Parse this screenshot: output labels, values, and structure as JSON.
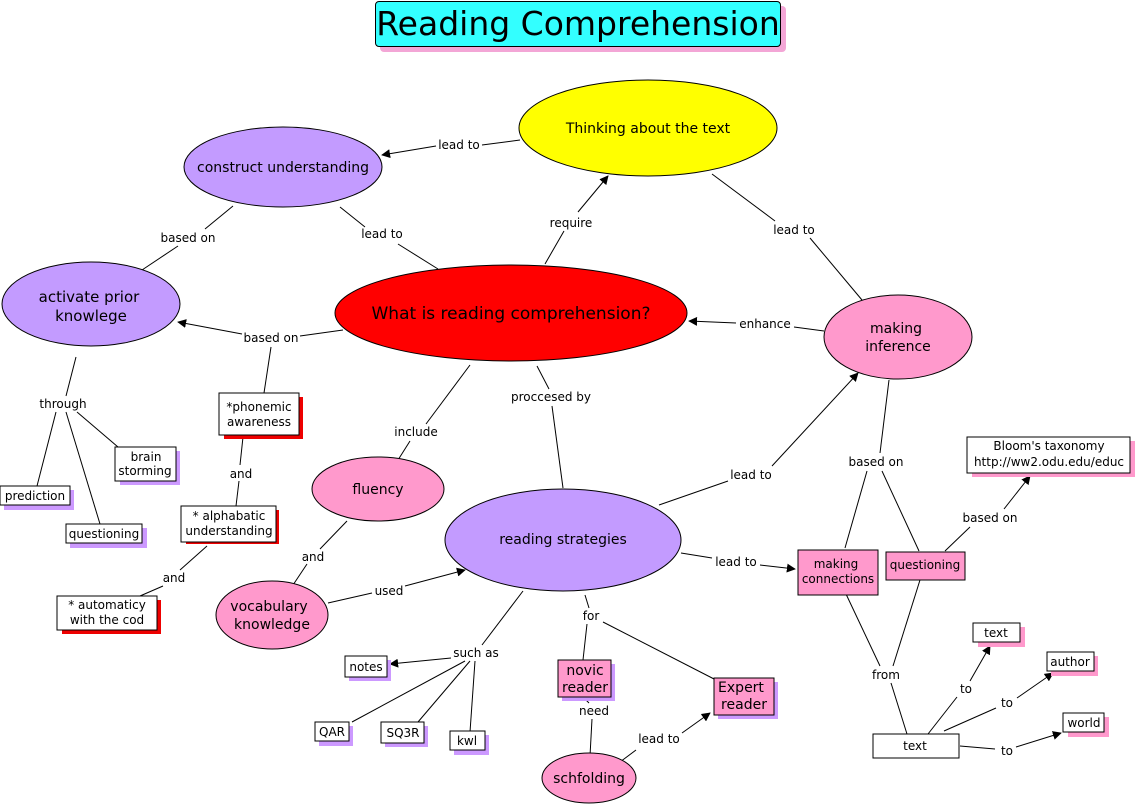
{
  "title": "Reading Comprehension",
  "colors": {
    "yellow": "#ffff00",
    "red": "#ff0000",
    "lavender": "#c39bff",
    "pink": "#ff99cc",
    "title_bg": "#33ffff",
    "shadow_purple": "#cc99ff",
    "shadow_red": "#ee0000"
  },
  "nodes": {
    "thinking": "Thinking about the text",
    "construct": "construct understanding",
    "central": "What is reading comprehension?",
    "activate_l1": "activate prior",
    "activate_l2": "knowlege",
    "making_inference_l1": "making",
    "making_inference_l2": "inference",
    "fluency": "fluency",
    "reading_strategies": "reading strategies",
    "vocabulary_l1": "vocabulary",
    "vocabulary_l2": "knowledge",
    "schfolding": "schfolding",
    "phonemic_l1": "*phonemic",
    "phonemic_l2": "awareness",
    "alphabatic_l1": "* alphabatic",
    "alphabatic_l2": "understanding",
    "automaticy_l1": "* automaticy",
    "automaticy_l2": "with the cod",
    "brain_l1": "brain",
    "brain_l2": "storming",
    "prediction": "prediction",
    "questioning_left": "questioning",
    "notes": "notes",
    "qar": "QAR",
    "sq3r": "SQ3R",
    "kwl": "kwl",
    "novic_l1": "novic",
    "novic_l2": "reader",
    "expert_l1": "Expert",
    "expert_l2": "reader",
    "making_connections_l1": "making",
    "making_connections_l2": "connections",
    "questioning_right": "questioning",
    "bloom_l1": "Bloom's taxonomy",
    "bloom_l2": "http://ww2.odu.edu/educ",
    "text_top": "text",
    "author": "author",
    "world": "world",
    "text_bottom": "text"
  },
  "links": {
    "lead_to_1": "lead to",
    "based_on_1": "based on",
    "lead_to_2": "lead to",
    "require": "require",
    "lead_to_3": "lead to",
    "based_on_2": "based on",
    "enhance": "enhance",
    "through": "through",
    "include": "include",
    "proccesed_by": "proccesed by",
    "lead_to_4": "lead to",
    "based_on_3": "based on",
    "and_1": "and",
    "and_2": "and",
    "and_3": "and",
    "based_on_4": "based on",
    "used": "used",
    "lead_to_5": "lead to",
    "for": "for",
    "such_as": "such as",
    "need": "need",
    "lead_to_6": "lead to",
    "from": "from",
    "to_1": "to",
    "to_2": "to",
    "to_3": "to"
  }
}
